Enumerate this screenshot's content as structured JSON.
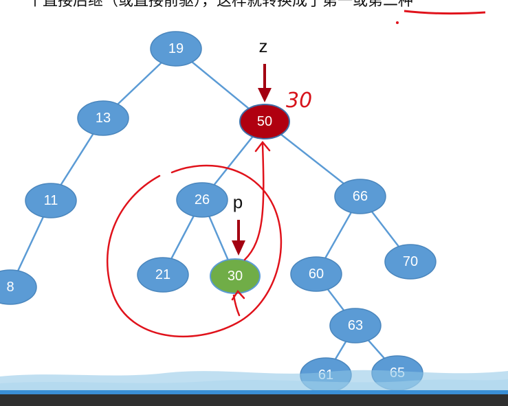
{
  "header": {
    "text_fragment": "个直接后继（或直接前驱），这样就转换成了第一或第二种"
  },
  "labels": {
    "z": "z",
    "p": "p"
  },
  "annotation": {
    "replacement_value": "30"
  },
  "nodes": {
    "n19": "19",
    "n13": "13",
    "n50": "50",
    "n11": "11",
    "n26": "26",
    "n66": "66",
    "n8": "8",
    "n21": "21",
    "n30": "30",
    "n60": "60",
    "n70": "70",
    "n63": "63",
    "n61": "61",
    "n65": "65"
  },
  "colors": {
    "node_blue": "#5b9bd5",
    "node_red": "#b00010",
    "node_green": "#70ad47",
    "edge": "#5b9bd5",
    "arrow_dark_red": "#a30011",
    "pen_red": "#e0121b",
    "bottom_bar": "#2f2f2f",
    "wave": "#8cc4e6"
  }
}
